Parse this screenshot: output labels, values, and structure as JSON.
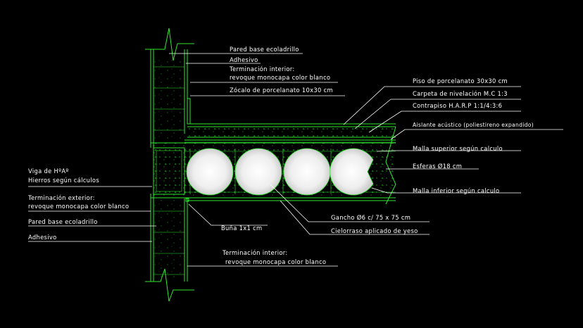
{
  "labels": {
    "wall_top": "Pared base ecoladrillo",
    "adhesive_top": "Adhesivo",
    "interior_finish_top_1": "Terminación interior:",
    "interior_finish_top_2": "revoque monocapa color blanco",
    "skirting": "Zócalo de porcelanato 10x30 cm",
    "floor_tile": "Piso de porcelanato 30x30 cm",
    "leveling_layer": "Carpeta de nivelación M.C 1:3",
    "subfloor": "Contrapiso H.A.R.P 1:1/4:3:6",
    "acoustic_insulation": "Aislante acústico (poliestireno expandido)",
    "top_mesh": "Malla superior según calculo",
    "spheres": "Esferas Ø18 cm",
    "bottom_mesh": "Malla inferior según calculo",
    "beam_1": "Viga de HºAº",
    "beam_2": "Hierros según cálculos",
    "exterior_finish_1": "Terminación exterior:",
    "exterior_finish_2": "revoque monocapa color blanco",
    "wall_bottom": "Pared base ecoladrillo",
    "adhesive_bottom": "Adhesivo",
    "groove": "Buña 1x1 cm",
    "hook": "Gancho Ø6 c/ 75 x 75 cm",
    "ceiling": "Cielorraso aplicado de yeso",
    "interior_finish_bottom_1": "Terminación interior:",
    "interior_finish_bottom_2": "revoque monocapa color blanco"
  },
  "colors": {
    "background": "#000000",
    "linework": "#2fe62f",
    "text": "#ffffff",
    "sphere": "#e9e9e9"
  }
}
